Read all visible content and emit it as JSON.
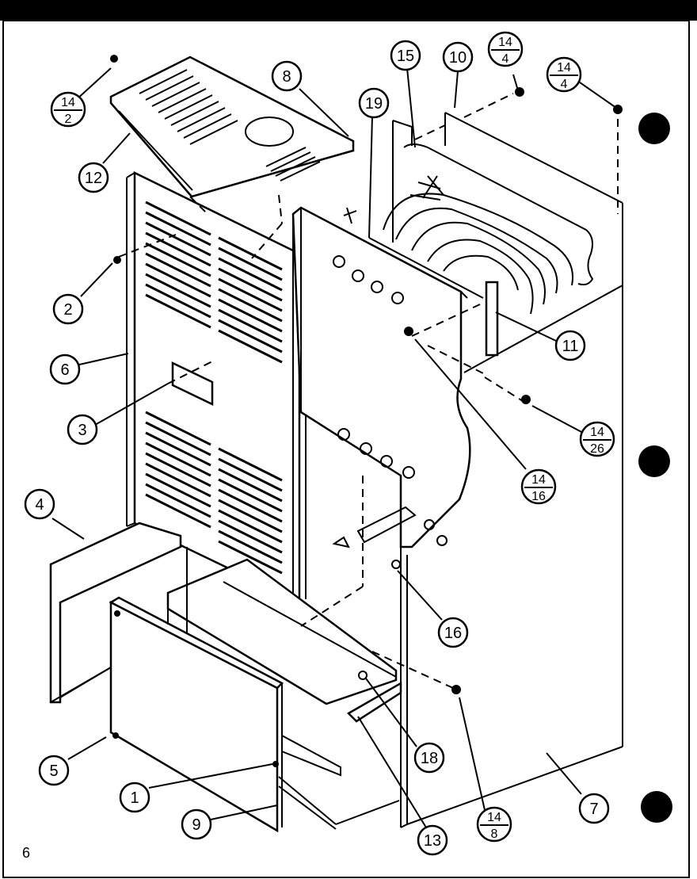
{
  "page_number": "6",
  "colors": {
    "ink": "#000000",
    "paper": "#ffffff"
  },
  "callouts": [
    {
      "id": "c12",
      "label": "12"
    },
    {
      "id": "c8",
      "label": "8"
    },
    {
      "id": "c19",
      "label": "19"
    },
    {
      "id": "c15",
      "label": "15"
    },
    {
      "id": "c10",
      "label": "10"
    },
    {
      "id": "c2",
      "label": "2"
    },
    {
      "id": "c6",
      "label": "6"
    },
    {
      "id": "c3",
      "label": "3"
    },
    {
      "id": "c4",
      "label": "4"
    },
    {
      "id": "c5",
      "label": "5"
    },
    {
      "id": "c1",
      "label": "1"
    },
    {
      "id": "c9",
      "label": "9"
    },
    {
      "id": "c13",
      "label": "13"
    },
    {
      "id": "c18",
      "label": "18"
    },
    {
      "id": "c16",
      "label": "16"
    },
    {
      "id": "c11",
      "label": "11"
    },
    {
      "id": "c7",
      "label": "7"
    }
  ],
  "fraction_callouts": [
    {
      "id": "f14_2",
      "top": "14",
      "bottom": "2"
    },
    {
      "id": "f14_4a",
      "top": "14",
      "bottom": "4"
    },
    {
      "id": "f14_4b",
      "top": "14",
      "bottom": "4"
    },
    {
      "id": "f14_26",
      "top": "14",
      "bottom": "26"
    },
    {
      "id": "f14_16",
      "top": "14",
      "bottom": "16"
    },
    {
      "id": "f14_8",
      "top": "14",
      "bottom": "8"
    }
  ]
}
